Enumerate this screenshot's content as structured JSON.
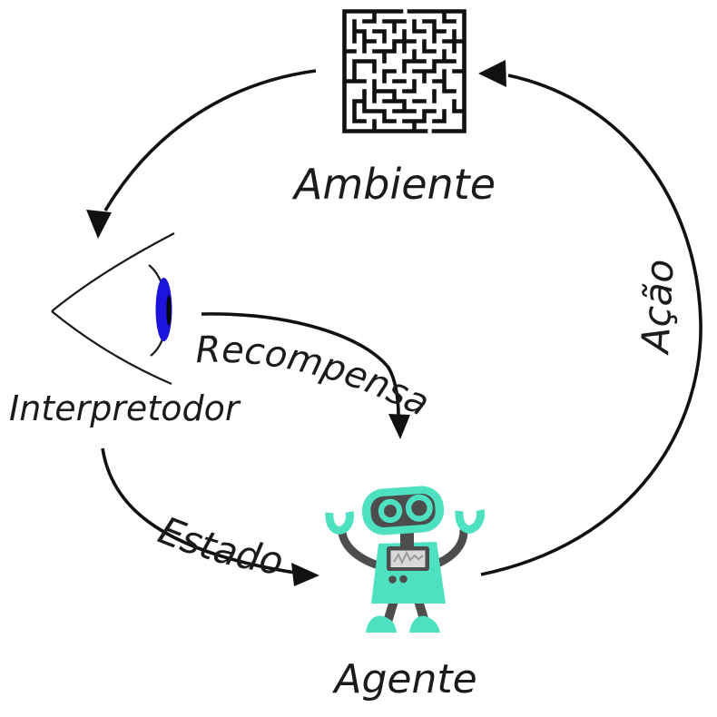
{
  "diagram": {
    "type": "cycle-diagram",
    "nodes": {
      "environment": {
        "label": "Ambiente",
        "icon": "maze-icon"
      },
      "interpreter": {
        "label": "Interpretodor",
        "icon": "eye-icon"
      },
      "agent": {
        "label": "Agente",
        "icon": "robot-icon"
      }
    },
    "edges": {
      "observation": {
        "label": "",
        "from": "environment",
        "to": "interpreter"
      },
      "reward": {
        "label": "Recompensa",
        "from": "interpreter",
        "to": "agent"
      },
      "state": {
        "label": "Estado",
        "from": "interpreter",
        "to": "agent"
      },
      "action": {
        "label": "Ação",
        "from": "agent",
        "to": "environment"
      }
    },
    "colors": {
      "ink": "#111111",
      "text": "#1b1b1b",
      "robot_teal": "#4ee1c1",
      "robot_gray": "#4d4d4d",
      "screen_gray": "#d9d9d9",
      "waveform_gray": "#9a9a9a",
      "iris_blue": "#1c13dc",
      "background": "#ffffff"
    }
  }
}
